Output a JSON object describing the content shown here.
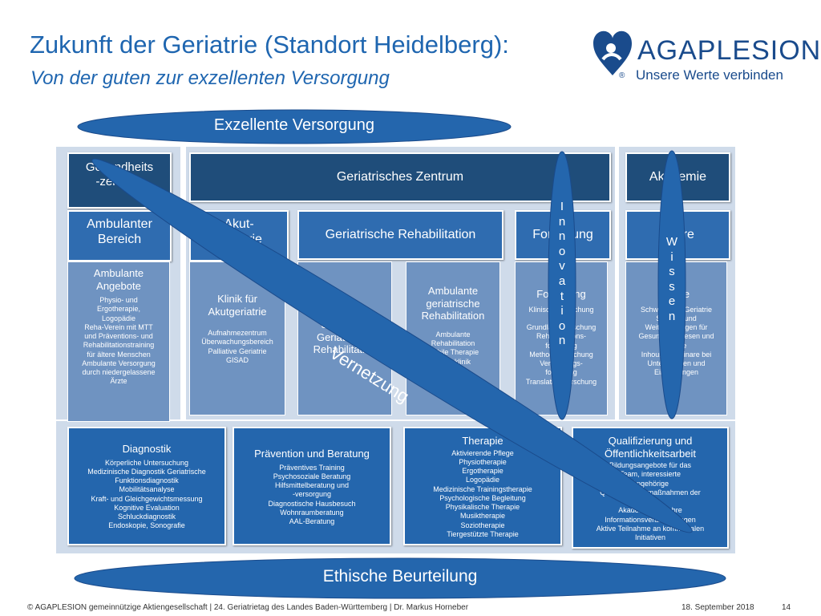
{
  "header": {
    "title": "Zukunft der Geriatrie (Standort Heidelberg):",
    "subtitle": "Von der guten zur exzellenten Versorgung",
    "brand": "AGAPLESION",
    "tagline": "Unsere Werte verbinden",
    "registered": "®"
  },
  "top_banner": "Exzellente Versorgung",
  "bottom_banner": "Ethische Beurteilung",
  "diagonal_label": "Vernetzung",
  "innovation_letters": [
    "I",
    "n",
    "n",
    "o",
    "v",
    "a",
    "t",
    "i",
    "o",
    "n"
  ],
  "wissen_letters": [
    "W",
    "i",
    "s",
    "s",
    "e",
    "n"
  ],
  "columns": {
    "gesundheitszentrum": "Gesundheits\n-zentrum",
    "geriatrisches_zentrum": "Geriatrisches Zentrum",
    "akademie": "Akademie",
    "ambulanter_bereich": "Ambulanter\nBereich",
    "akutgeriatrie": "Akut-\ngeriatrie",
    "geriatrische_rehabilitation": "Geriatrische Rehabilitation",
    "forschung": "Forschung",
    "lehre": "Lehre"
  },
  "detail_boxes": {
    "ambulante_angebote": {
      "title": "Ambulante\nAngebote",
      "items": "Physio- und\nErgotherapie,\nLogopädie\nReha-Verein mit MTT\nund Präventions- und\nRehabilitationstraining\nfür ältere Menschen\nAmbulante Versorgung\ndurch niedergelassene\nÄrzte"
    },
    "klinik_akutgeriatrie": {
      "title": "Klinik für\nAkutgeriatrie",
      "items": "Aufnahmezentrum\nÜberwachungsbereich\nPalliative Geriatrie\nGISAD"
    },
    "stationaere_reha": {
      "title": "Stationäre\nGeriatrische\nRehabilitation"
    },
    "ambulante_reha": {
      "title": "Ambulante\ngeriatrische\nRehabilitation",
      "items": "Ambulante\nRehabilitation\nMobile Therapie\nTagesklinik"
    },
    "forschung_detail": {
      "title": "Forschung",
      "items": "Klinische Forschung\nAlterns-\nGrundlagenforschung\nRehabilitations-\nforschung\nMethodenforschung\nVersorgungs-\nforschung\nTranslationsforschung"
    },
    "lehre_detail": {
      "title": "Lehre",
      "items": "Schwerpunkt Geriatrie\nStudium und\nWeiterbildungen für\nGesundheitswesen und\nPflege\nInhouse Seminare bei\nUnternehmen und\nEinrichtungen"
    }
  },
  "bottom_boxes": {
    "diagnostik": {
      "title": "Diagnostik",
      "items": "Körperliche Untersuchung\nMedizinische Diagnostik Geriatrische\nFunktionsdiagnostik\nMobilitätsanalyse\nKraft- und Gleichgewichtsmessung\nKognitive Evaluation\nSchluckdiagnostik\nEndoskopie, Sonografie"
    },
    "praevention": {
      "title": "Prävention und Beratung",
      "items": "Präventives Training\nPsychosoziale Beratung\nHilfsmittelberatung und\n-versorgung\nDiagnostische Hausbesuch\nWohnraumberatung\nAAL-Beratung"
    },
    "therapie": {
      "title": "Therapie",
      "items": "Aktivierende Pflege\nPhysiotherapie\nErgotherapie\nLogopädie\nMedizinische Trainingstherapie\nPsychologische Begleitung\nPhysikalische Therapie\nMusiktherapie\nSoziotherapie\nTiergestützte Therapie"
    },
    "qualifizierung": {
      "title": "Qualifizierung und\nÖffentlichkeitsarbeit",
      "items": "Bildungsangebote für das\nTeam, interessierte\nAngehörige\nQualifizierungsmaßnahmen der\nPflege\nAkademische Lehre\nInformationsveranstaltungen\nAktive Teilnahme an kommunalen\nInitiativen"
    }
  },
  "footer": {
    "left": "© AGAPLESION gemeinnützige Aktiengesellschaft | 24. Geriatrietag des Landes Baden-Württemberg | Dr. Markus Horneber",
    "date": "18. September 2018",
    "page": "14"
  },
  "colors": {
    "title": "#1f66b0",
    "dark_box": "#1f4d7a",
    "mid_box": "#2f6cb0",
    "light_box": "#6f93c1",
    "panel": "#cfdbea",
    "banner": "#2466ad"
  }
}
